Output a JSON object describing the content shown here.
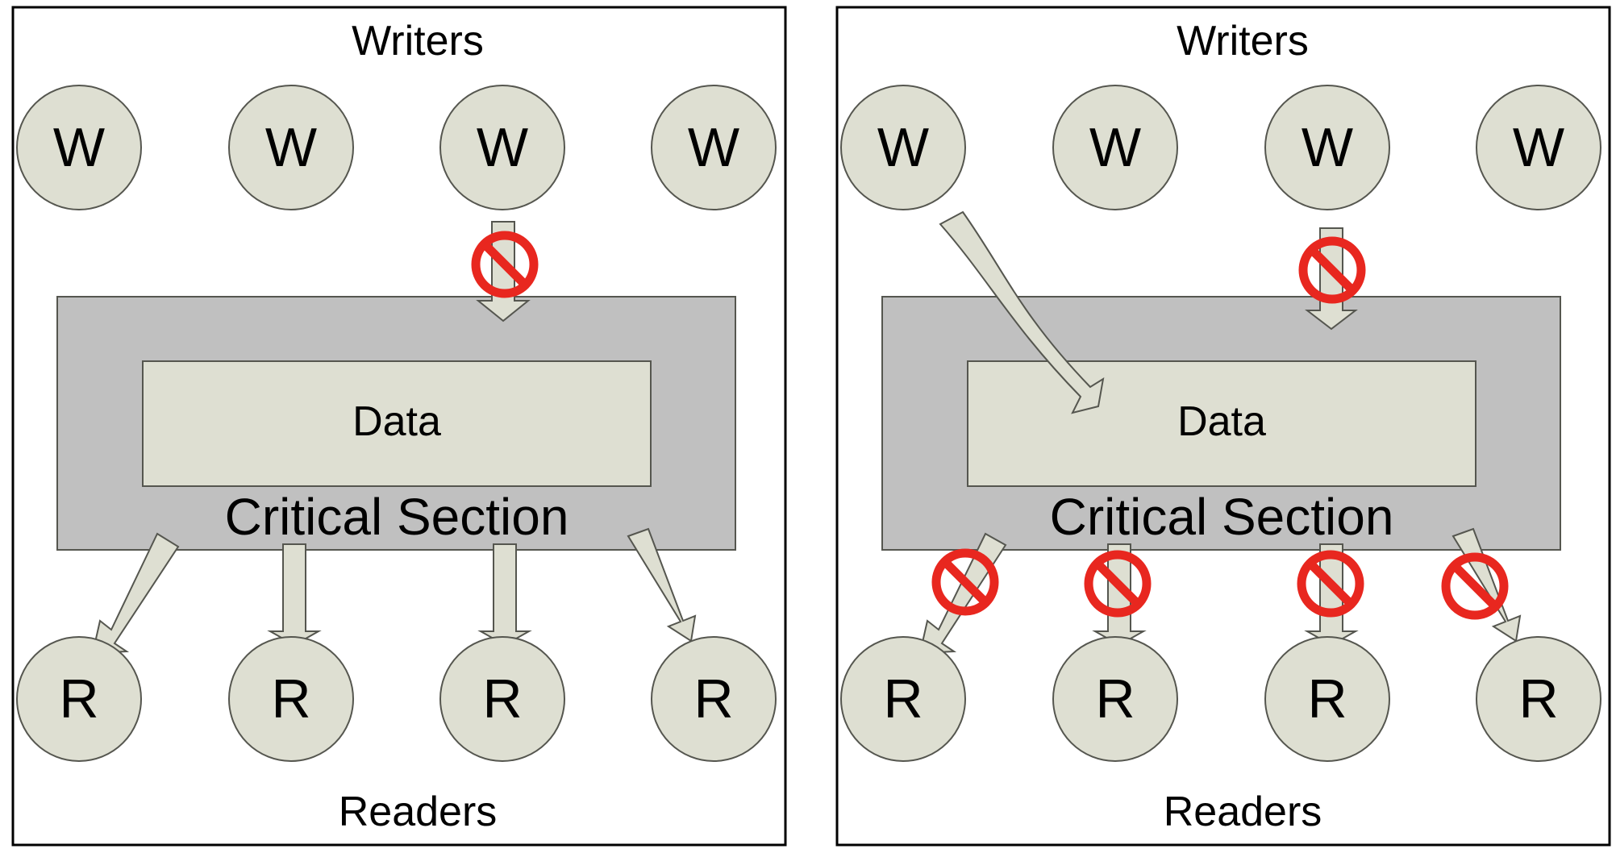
{
  "colors": {
    "node_fill": "#dedfd2",
    "node_stroke": "#55564f",
    "section_fill": "#c0c0c0",
    "data_fill": "#dedfd2",
    "blocked": "#e8271f",
    "frame": "#000000"
  },
  "panels": [
    {
      "writers_label": "Writers",
      "readers_label": "Readers",
      "writer_nodes": [
        "W",
        "W",
        "W",
        "W"
      ],
      "reader_nodes": [
        "R",
        "R",
        "R",
        "R"
      ],
      "data_label": "Data",
      "section_label": "Critical Section"
    },
    {
      "writers_label": "Writers",
      "readers_label": "Readers",
      "writer_nodes": [
        "W",
        "W",
        "W",
        "W"
      ],
      "reader_nodes": [
        "R",
        "R",
        "R",
        "R"
      ],
      "data_label": "Data",
      "section_label": "Critical Section"
    }
  ],
  "icons": {
    "blocked": "prohibited-icon",
    "arrow": "flow-arrow"
  }
}
